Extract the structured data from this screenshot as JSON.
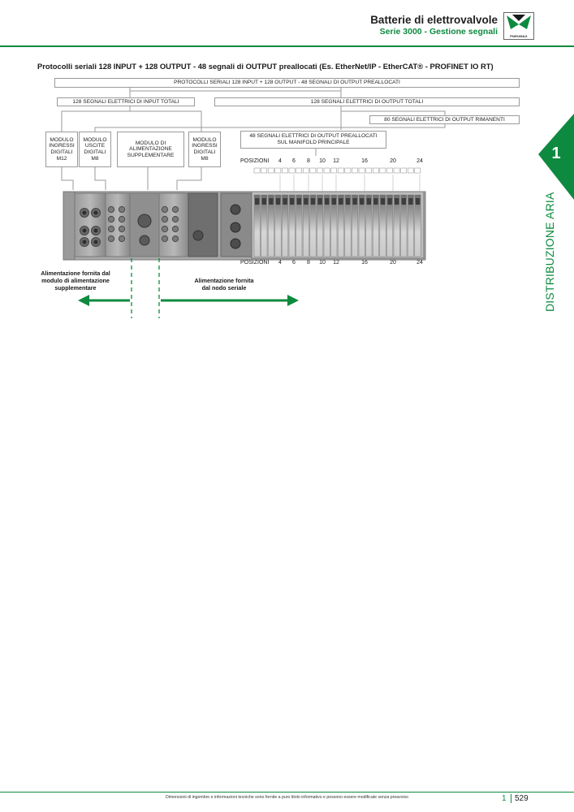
{
  "header": {
    "title": "Batterie di elettrovalvole",
    "subtitle": "Serie 3000 - Gestione segnali",
    "logo_text": "PNEUMAX"
  },
  "side_tab": {
    "chapter_number": "1",
    "label": "DISTRIBUZIONE ARIA"
  },
  "section_title": "Protocolli seriali 128 INPUT + 128 OUTPUT - 48 segnali di OUTPUT preallocati (Es. EtherNet/IP - EtherCAT® - PROFINET IO RT)",
  "diagram": {
    "top_box": "PROTOCOLLI SERIALI 128 INPUT + 128 OUTPUT - 48 SEGNALI DI OUTPUT PREALLOCATI",
    "input_box": "128 SEGNALI ELETTRICI DI INPUT TOTALI",
    "output_box": "128 SEGNALI ELETTRICI DI OUTPUT TOTALI",
    "remaining_box": "80 SEGNALI ELETTRICI DI OUTPUT RIMANENTI",
    "preallocated_box": [
      "48 SEGNALI ELETTRICI DI OUTPUT PREALLOCATI",
      "SUL MANIFOLD PRINCIPALE"
    ],
    "modules": [
      {
        "lines": [
          "MODULO",
          "INGRESSI",
          "DIGITALI",
          "M12"
        ]
      },
      {
        "lines": [
          "MODULO",
          "USCITE",
          "DIGITALI",
          "M8"
        ]
      },
      {
        "lines": [
          "MODULO DI",
          "ALIMENTAZIONE",
          "SUPPLEMENTARE"
        ]
      },
      {
        "lines": [
          "MODULO",
          "INGRESSI",
          "DIGITALI",
          "M8"
        ]
      }
    ],
    "positions_label": "POSIZIONI",
    "positions": [
      "4",
      "6",
      "8",
      "10",
      "12",
      "16",
      "20",
      "24"
    ],
    "caption_left": [
      "Alimentazione fornita dal",
      "modulo di alimentazione",
      "supplementare"
    ],
    "caption_right": [
      "Alimentazione fornita",
      "dal nodo seriale"
    ]
  },
  "colors": {
    "brand_green": "#0d8a3f",
    "line_gray": "#9a9a9a",
    "device_gray": "#8c8c8c"
  },
  "footer": {
    "disclaimer": "Dimensioni di ingombro e informazioni tecniche sono fornite a puro titolo informativo e possono essere modificate senza preavviso",
    "chapter": "1",
    "page": "529"
  }
}
